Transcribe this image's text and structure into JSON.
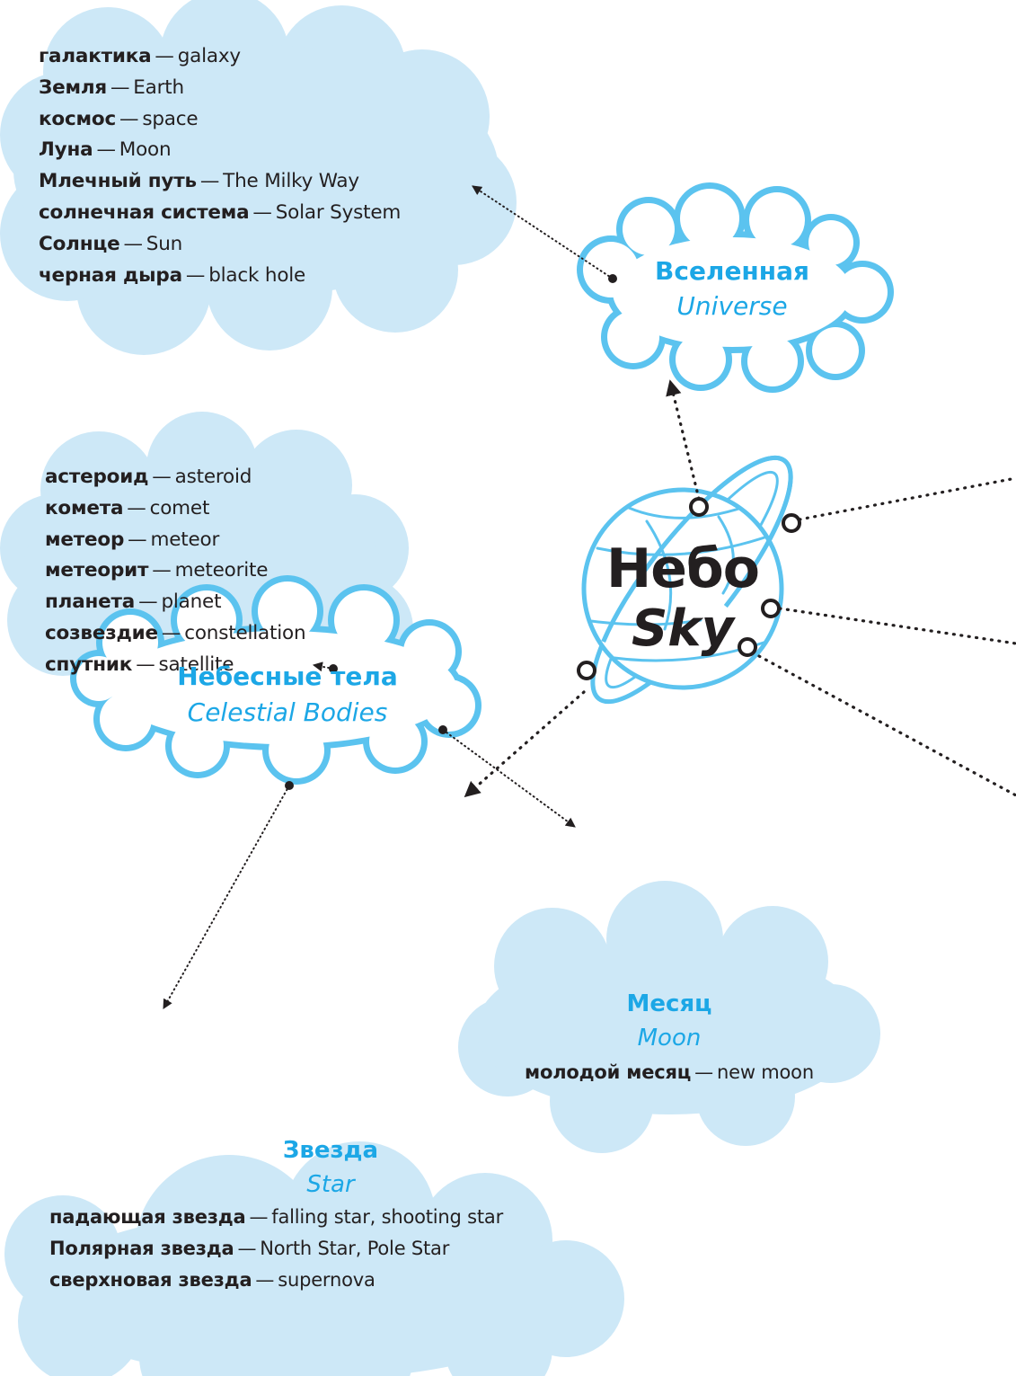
{
  "center": {
    "ru": "Небо",
    "en": "Sky"
  },
  "universe": {
    "ru": "Вселенная",
    "en": "Universe",
    "terms": [
      {
        "ru": "галактика",
        "en": "galaxy"
      },
      {
        "ru": "Земля",
        "en": "Earth"
      },
      {
        "ru": "космос",
        "en": "space"
      },
      {
        "ru": "Луна",
        "en": "Moon"
      },
      {
        "ru": "Млечный путь",
        "en": "The Milky Way"
      },
      {
        "ru": "солнечная система",
        "en": "Solar System"
      },
      {
        "ru": "Солнце",
        "en": "Sun"
      },
      {
        "ru": "черная дыра",
        "en": "black hole"
      }
    ]
  },
  "celestial": {
    "ru": "Небесные тела",
    "en": "Celestial Bodies",
    "terms": [
      {
        "ru": "астероид",
        "en": "asteroid"
      },
      {
        "ru": "комета",
        "en": "comet"
      },
      {
        "ru": "метеор",
        "en": "meteor"
      },
      {
        "ru": "метеорит",
        "en": "meteorite"
      },
      {
        "ru": "планета",
        "en": "planet"
      },
      {
        "ru": "созвездие",
        "en": "constellation"
      },
      {
        "ru": "спутник",
        "en": "satellite"
      }
    ]
  },
  "moon": {
    "ru": "Месяц",
    "en": "Moon",
    "terms": [
      {
        "ru": "молодой месяц",
        "en": "new moon"
      }
    ]
  },
  "star": {
    "ru": "Звезда",
    "en": "Star",
    "terms": [
      {
        "ru": "падающая звезда",
        "en": "falling star, shooting star"
      },
      {
        "ru": "Полярная звезда",
        "en": "North Star, Pole Star"
      },
      {
        "ru": "сверхновая звезда",
        "en": "supernova"
      }
    ]
  },
  "dash": "—",
  "colors": {
    "accent": "#1ca7e6",
    "cloud_fill": "#cde8f7",
    "outline": "#5bc3ef",
    "text": "#231f20"
  }
}
